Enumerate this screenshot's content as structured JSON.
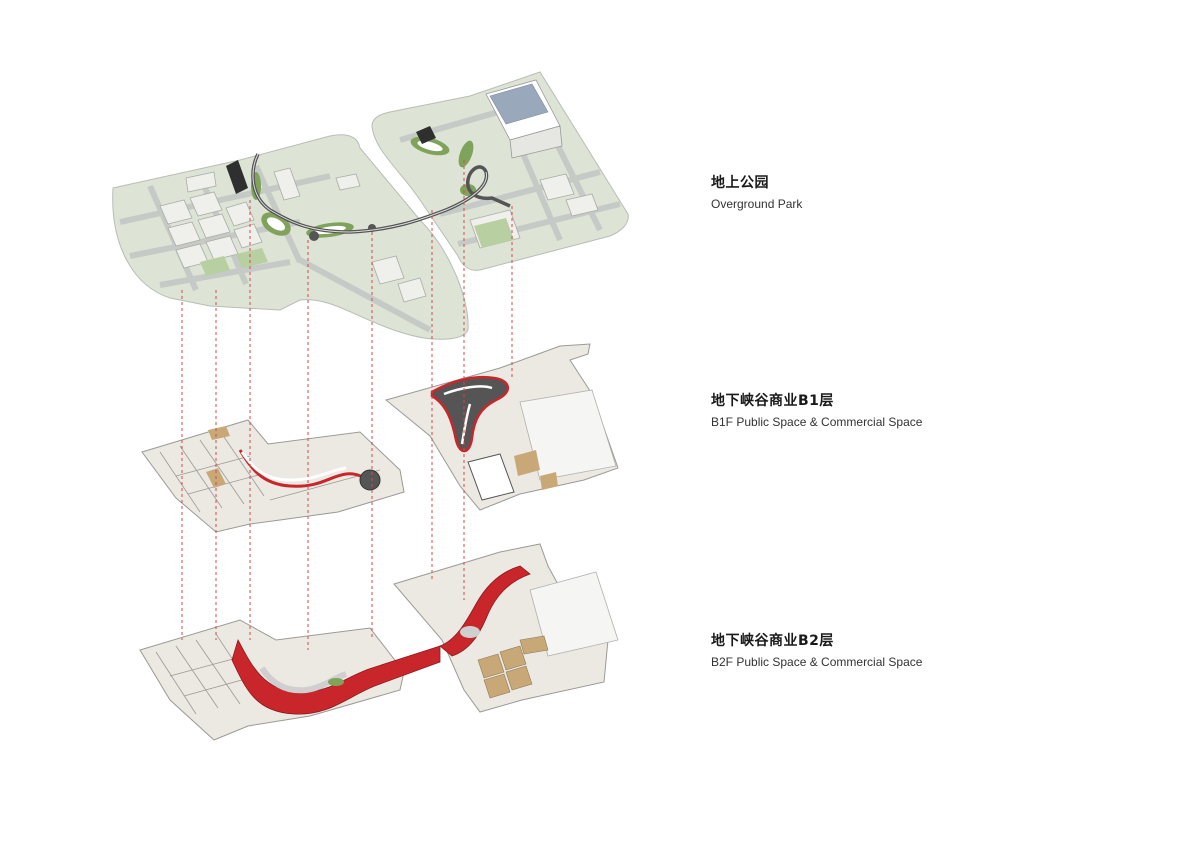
{
  "layers": [
    {
      "id": "overground",
      "title_zh": "地上公园",
      "title_en": "Overground Park"
    },
    {
      "id": "b1",
      "title_zh": "地下峡谷商业B1层",
      "title_en": "B1F Public Space & Commercial Space"
    },
    {
      "id": "b2",
      "title_zh": "地下峡谷商业B2层",
      "title_en": "B2F Public Space & Commercial Space"
    }
  ],
  "colors": {
    "park_ground": "#dde4d6",
    "road": "#c6cac6",
    "building_block": "#efefec",
    "greenery": "#8fb06a",
    "floor_slab": "#ece9e3",
    "wall": "#9a9a96",
    "commercial_corridor": "#c8262b",
    "wood_floor": "#c9a878",
    "connector_line": "#d6494a",
    "skywalk": "#555555"
  }
}
